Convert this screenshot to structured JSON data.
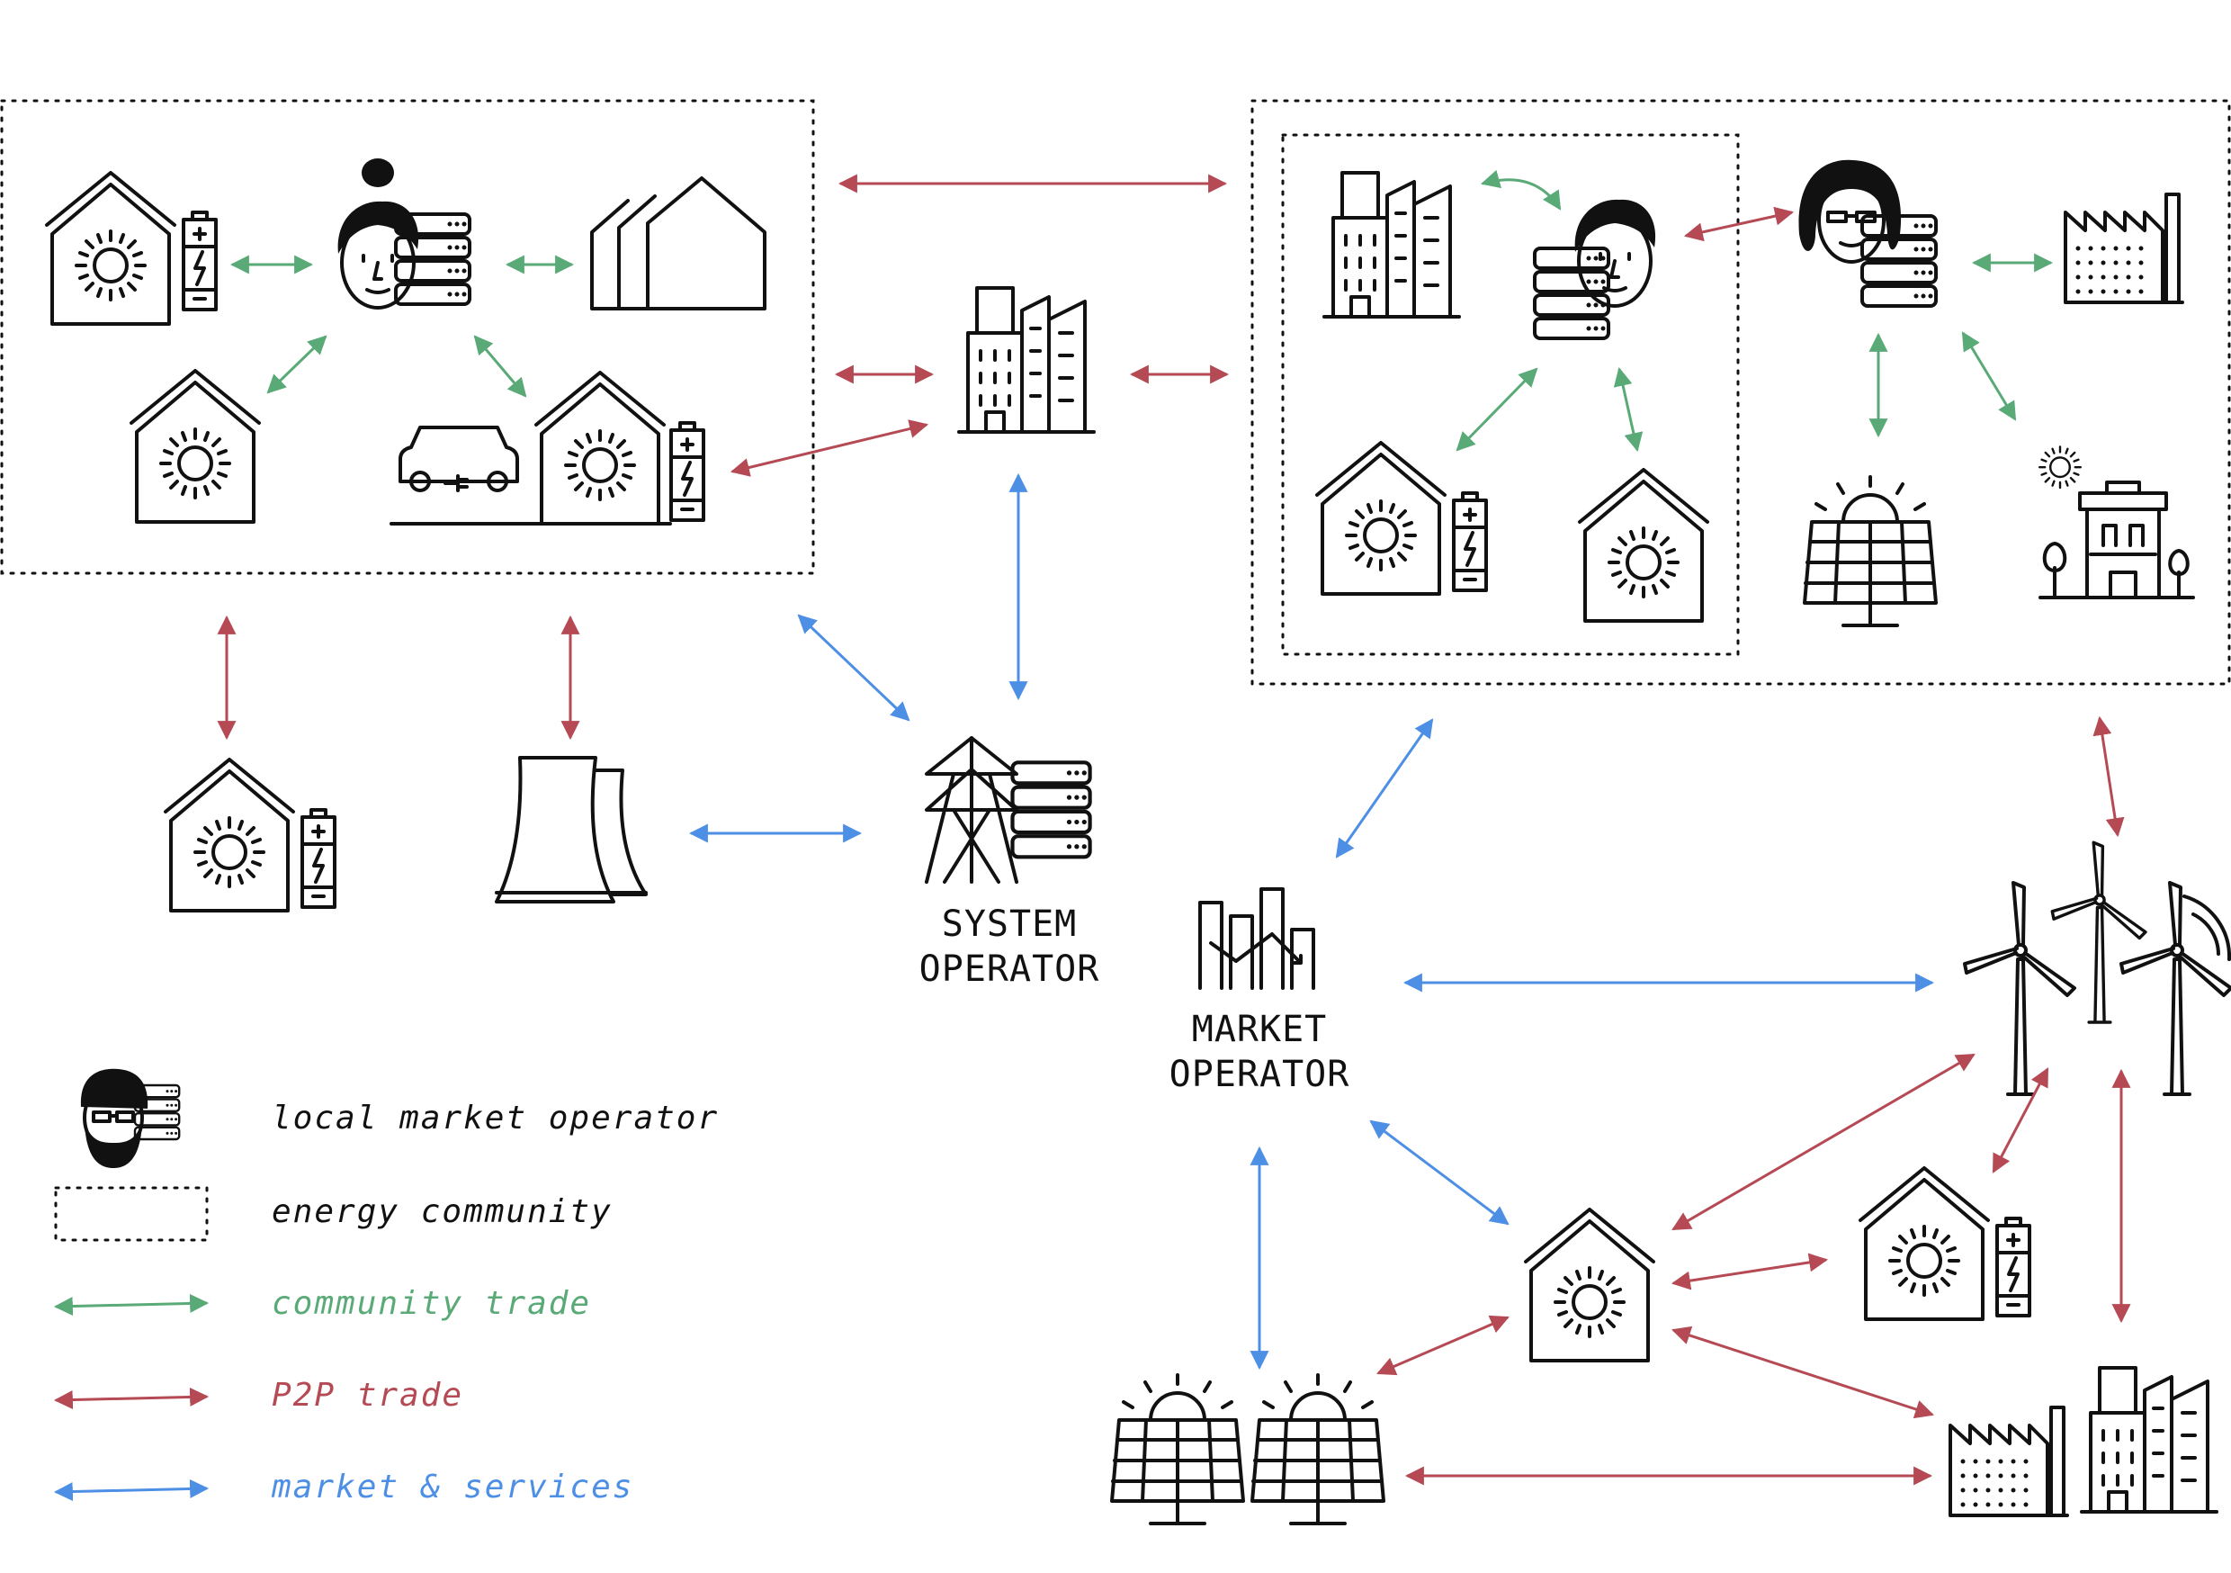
{
  "labels": {
    "system_operator": [
      "SYSTEM",
      "OPERATOR"
    ],
    "market_operator": [
      "MARKET",
      "OPERATOR"
    ]
  },
  "legend": {
    "local_market_operator": "local market operator",
    "energy_community": "energy community",
    "community_trade": "community trade",
    "p2p_trade": "P2P trade",
    "market_services": "market & services"
  },
  "colors": {
    "community_trade": "#5aaa78",
    "p2p_trade": "#b54a55",
    "market_services": "#4e8fe6",
    "ink": "#111111"
  },
  "icons": [
    "solar-house-icon",
    "battery-icon",
    "local-market-operator-icon",
    "row-houses-icon",
    "electric-car-icon",
    "office-building-icon",
    "factory-icon",
    "solar-panel-icon",
    "shop-icon",
    "power-plant-icon",
    "transmission-tower-server-icon",
    "market-chart-icon",
    "wind-turbines-icon"
  ]
}
